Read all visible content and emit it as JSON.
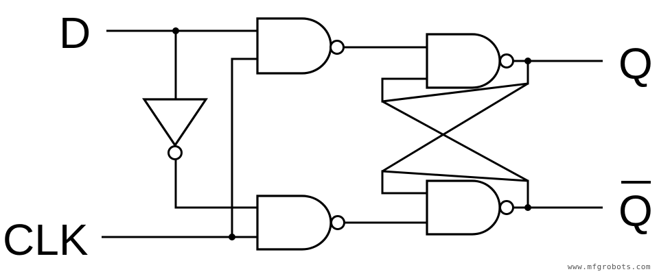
{
  "diagram": {
    "title": "",
    "inputs": {
      "d_label": "D",
      "clk_label": "CLK"
    },
    "outputs": {
      "q_label": "Q",
      "q_bar_label": "Q"
    },
    "watermark": "www.mfgrobots.com"
  }
}
